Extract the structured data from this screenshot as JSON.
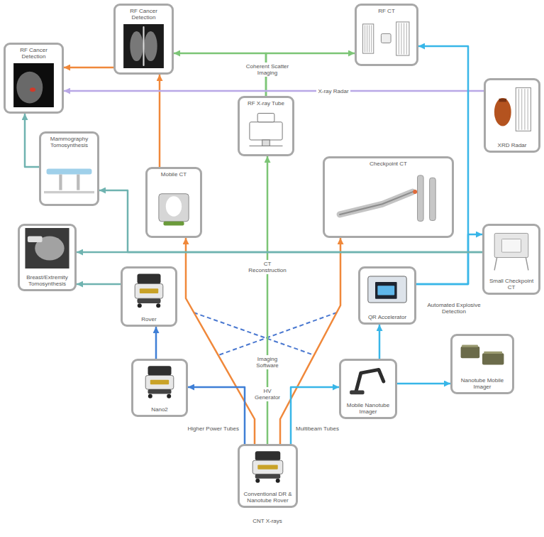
{
  "diagram": {
    "nodes": [
      {
        "text": [
          "RF Cancer Detection"
        ]
      },
      {
        "text": [
          "RF CT"
        ]
      },
      {
        "text": [
          "RF Cancer Detection"
        ]
      },
      {
        "text": [
          "XRD Radar"
        ]
      },
      {
        "text": [
          "RF X-ray Tube"
        ]
      },
      {
        "text": [
          "Mammography Tomosynthesis"
        ]
      },
      {
        "text": [
          "Mobile CT"
        ]
      },
      {
        "text": [
          "Checkpoint CT"
        ]
      },
      {
        "text": [
          "Small Checkpoint CT"
        ]
      },
      {
        "text": [
          "Breast/Extremity Tomosynthesis"
        ]
      },
      {
        "text": [
          "Rover"
        ]
      },
      {
        "text": [
          "QR Accelerator"
        ]
      },
      {
        "text": [
          "Nanotube Mobile Imager"
        ]
      },
      {
        "text": [
          "Nano2"
        ]
      },
      {
        "text": [
          "Mobile Nanotube Imager"
        ]
      },
      {
        "text": [
          "Conventional DR & Nanotube Rover"
        ]
      }
    ],
    "edges": [
      {
        "from": 15,
        "to": 4,
        "arrow": "to"
      },
      {
        "from": 4,
        "to": 0,
        "arrow": "to"
      },
      {
        "from": 4,
        "to": 1,
        "arrow": "to"
      },
      {
        "from": 15,
        "to": 6,
        "arrow": "to"
      },
      {
        "from": 6,
        "to": 0,
        "arrow": "to"
      },
      {
        "from": 0,
        "to": 2,
        "arrow": "to"
      },
      {
        "from": 15,
        "to": 7,
        "arrow": "to"
      },
      {
        "from": 3,
        "to": 2,
        "label": "X-ray Radar",
        "arrow": "to"
      },
      {
        "from": 15,
        "to": 13,
        "arrow": "to"
      },
      {
        "from": 13,
        "to": 10,
        "arrow": "to"
      },
      {
        "from": 10,
        "to": 9,
        "arrow": "to"
      },
      {
        "from": 5,
        "to": 2,
        "arrow": "to"
      },
      {
        "from": 15,
        "to": 14,
        "arrow": "to"
      },
      {
        "from": 14,
        "to": 12,
        "arrow": "to"
      },
      {
        "from": 14,
        "to": 11,
        "arrow": "to"
      },
      {
        "from": 11,
        "to": 1,
        "arrow": "to"
      },
      {
        "from": 11,
        "to": 8,
        "arrow": "to"
      },
      {
        "from": 8,
        "to": 9,
        "arrow": "to"
      },
      {
        "from": 8,
        "to": 5,
        "arrow": "to"
      }
    ],
    "labels": [
      "Coherent Scatter Imaging",
      "CT Reconstruction",
      "Imaging Software",
      "HV Generator",
      "Higher Power Tubes",
      "Multibeam Tubes",
      "Automated Explosive Detection",
      "CNT X-rays"
    ]
  }
}
